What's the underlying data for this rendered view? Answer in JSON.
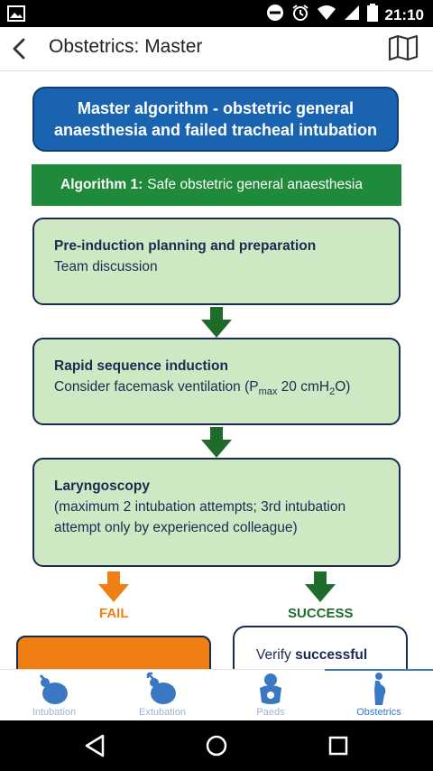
{
  "status_bar": {
    "time": "21:10",
    "icons": [
      "image-notification-icon",
      "do-not-disturb-icon",
      "alarm-icon",
      "wifi-icon",
      "signal-icon",
      "battery-icon"
    ]
  },
  "app_bar": {
    "title": "Obstetrics: Master",
    "back_icon": "chevron-left-icon",
    "map_icon": "map-icon"
  },
  "content": {
    "master_title": "Master algorithm - obstetric general anaesthesia and failed tracheal intubation",
    "algorithm_label": "Algorithm 1:",
    "algorithm_name": "Safe obstetric general anaesthesia",
    "steps": [
      {
        "title": "Pre-induction planning and preparation",
        "text": "Team discussion"
      },
      {
        "title": "Rapid sequence induction",
        "text_before": "Consider facemask ventilation (P",
        "sub1": "max",
        "text_mid": " 20 cmH",
        "sub2": "2",
        "text_after": "O)"
      },
      {
        "title": "Laryngoscopy",
        "text": "(maximum 2 intubation attempts; 3rd intubation attempt only by experienced colleague)"
      }
    ],
    "fail_label": "FAIL",
    "success_label": "SUCCESS",
    "success_text_plain": "Verify",
    "success_text_bold": "successful",
    "colors": {
      "master": "#1a63b0",
      "algorithm_bar": "#1f8a3a",
      "step_fill": "#cfe8c4",
      "arrow_green": "#1f6b2c",
      "fail_orange": "#ef7e13",
      "success_green": "#1f6b2c",
      "border_navy": "#1b2a52"
    }
  },
  "tabs": [
    {
      "label": "Intubation",
      "icon": "intubation-icon",
      "active": false
    },
    {
      "label": "Extubation",
      "icon": "extubation-icon",
      "active": false
    },
    {
      "label": "Paeds",
      "icon": "paeds-icon",
      "active": false
    },
    {
      "label": "Obstetrics",
      "icon": "obstetrics-icon",
      "active": true
    }
  ],
  "nav": [
    "back-nav-icon",
    "home-nav-icon",
    "recents-nav-icon"
  ]
}
